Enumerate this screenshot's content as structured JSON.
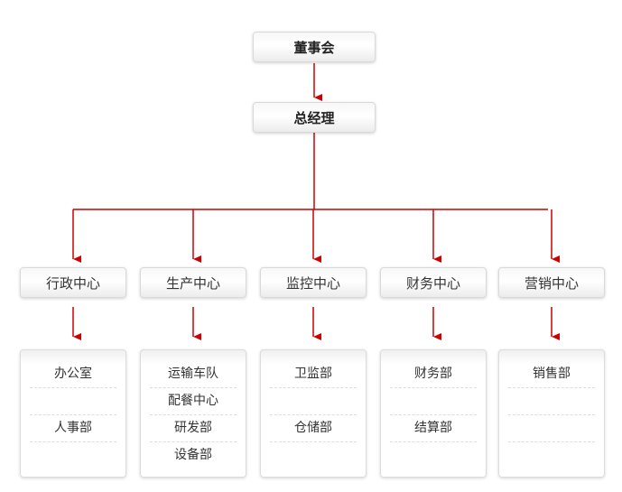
{
  "board": "董事会",
  "gm": "总经理",
  "colors": {
    "line": "#cc0000",
    "border": "#d9d9d9"
  },
  "departments": [
    {
      "name": "行政中心",
      "units": [
        "办公室",
        "",
        "人事部",
        ""
      ]
    },
    {
      "name": "生产中心",
      "units": [
        "运输车队",
        "配餐中心",
        "研发部",
        "设备部"
      ]
    },
    {
      "name": "监控中心",
      "units": [
        "卫监部",
        "",
        "仓储部",
        ""
      ]
    },
    {
      "name": "财务中心",
      "units": [
        "财务部",
        "",
        "结算部",
        ""
      ]
    },
    {
      "name": "营销中心",
      "units": [
        "销售部",
        "",
        "",
        ""
      ]
    }
  ]
}
